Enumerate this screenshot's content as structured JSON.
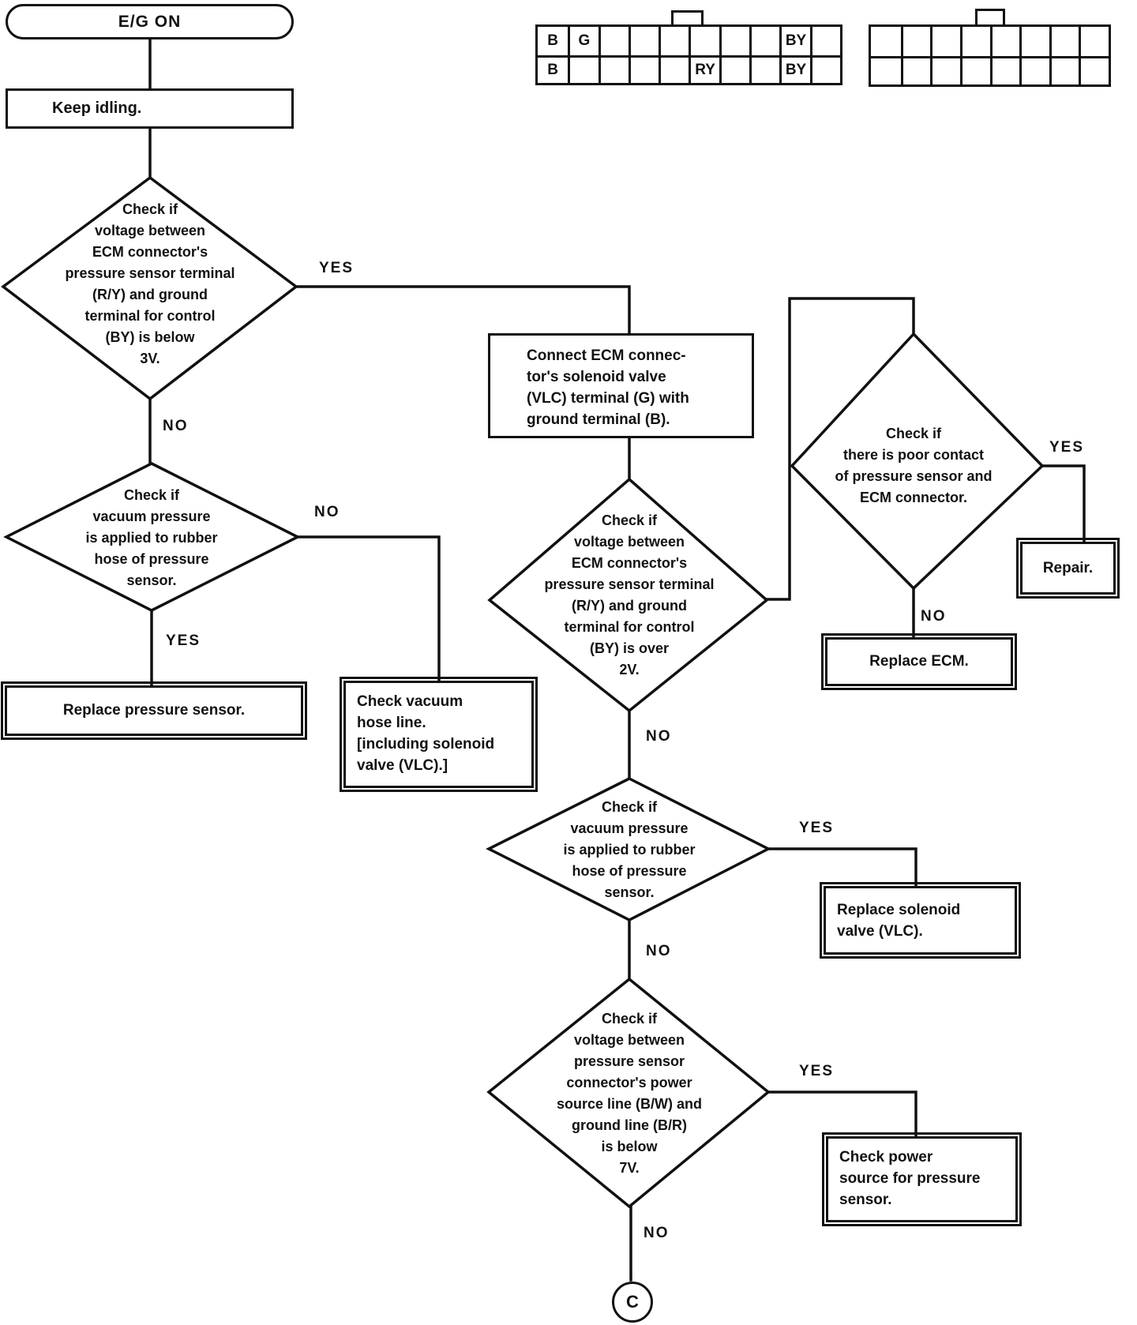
{
  "nodes": {
    "start": "E/G ON",
    "keep_idling": "Keep idling.",
    "check_below_3v": "Check if\nvoltage between\nECM connector's\npressure sensor terminal\n(R/Y) and ground\nterminal for control\n(BY) is below\n3V.",
    "connect_ecm": "Connect ECM connec-\ntor's solenoid valve\n(VLC) terminal (G) with\nground terminal (B).",
    "check_over_2v": "Check if\nvoltage between\nECM connector's\npressure sensor terminal\n(R/Y) and ground\nterminal for control\n(BY) is over\n2V.",
    "check_poor_contact": "Check if\nthere is poor contact\nof pressure sensor and\nECM connector.",
    "repair": "Repair.",
    "replace_ecm": "Replace ECM.",
    "check_vacuum_left": "Check if\nvacuum pressure\nis applied to rubber\nhose of pressure\nsensor.",
    "replace_pressure_sensor": "Replace pressure sensor.",
    "check_vacuum_hose_line": "Check vacuum\nhose line.\n[including solenoid\nvalve (VLC).]",
    "check_vacuum_mid": "Check if\nvacuum pressure\nis applied to rubber\nhose of pressure\nsensor.",
    "replace_solenoid_valve": "Replace solenoid\nvalve (VLC).",
    "check_below_7v": "Check if\nvoltage between\npressure sensor\nconnector's power\nsource line (B/W) and\nground line (B/R)\nis below\n7V.",
    "check_power_source": "Check power\nsource for pressure\nsensor.",
    "connector_c": "C"
  },
  "branch_labels": {
    "yes": "YES",
    "no": "NO"
  },
  "pin_grids": {
    "left": {
      "rows": [
        [
          "B",
          "G",
          "",
          "",
          "",
          "",
          "",
          "",
          "BY",
          ""
        ],
        [
          "B",
          "",
          "",
          "",
          "",
          "RY",
          "",
          "",
          "BY",
          ""
        ]
      ]
    },
    "right": {
      "rows": [
        [
          "",
          "",
          "",
          "",
          "",
          "",
          "",
          ""
        ],
        [
          "",
          "",
          "",
          "",
          "",
          "",
          "",
          ""
        ]
      ]
    }
  }
}
